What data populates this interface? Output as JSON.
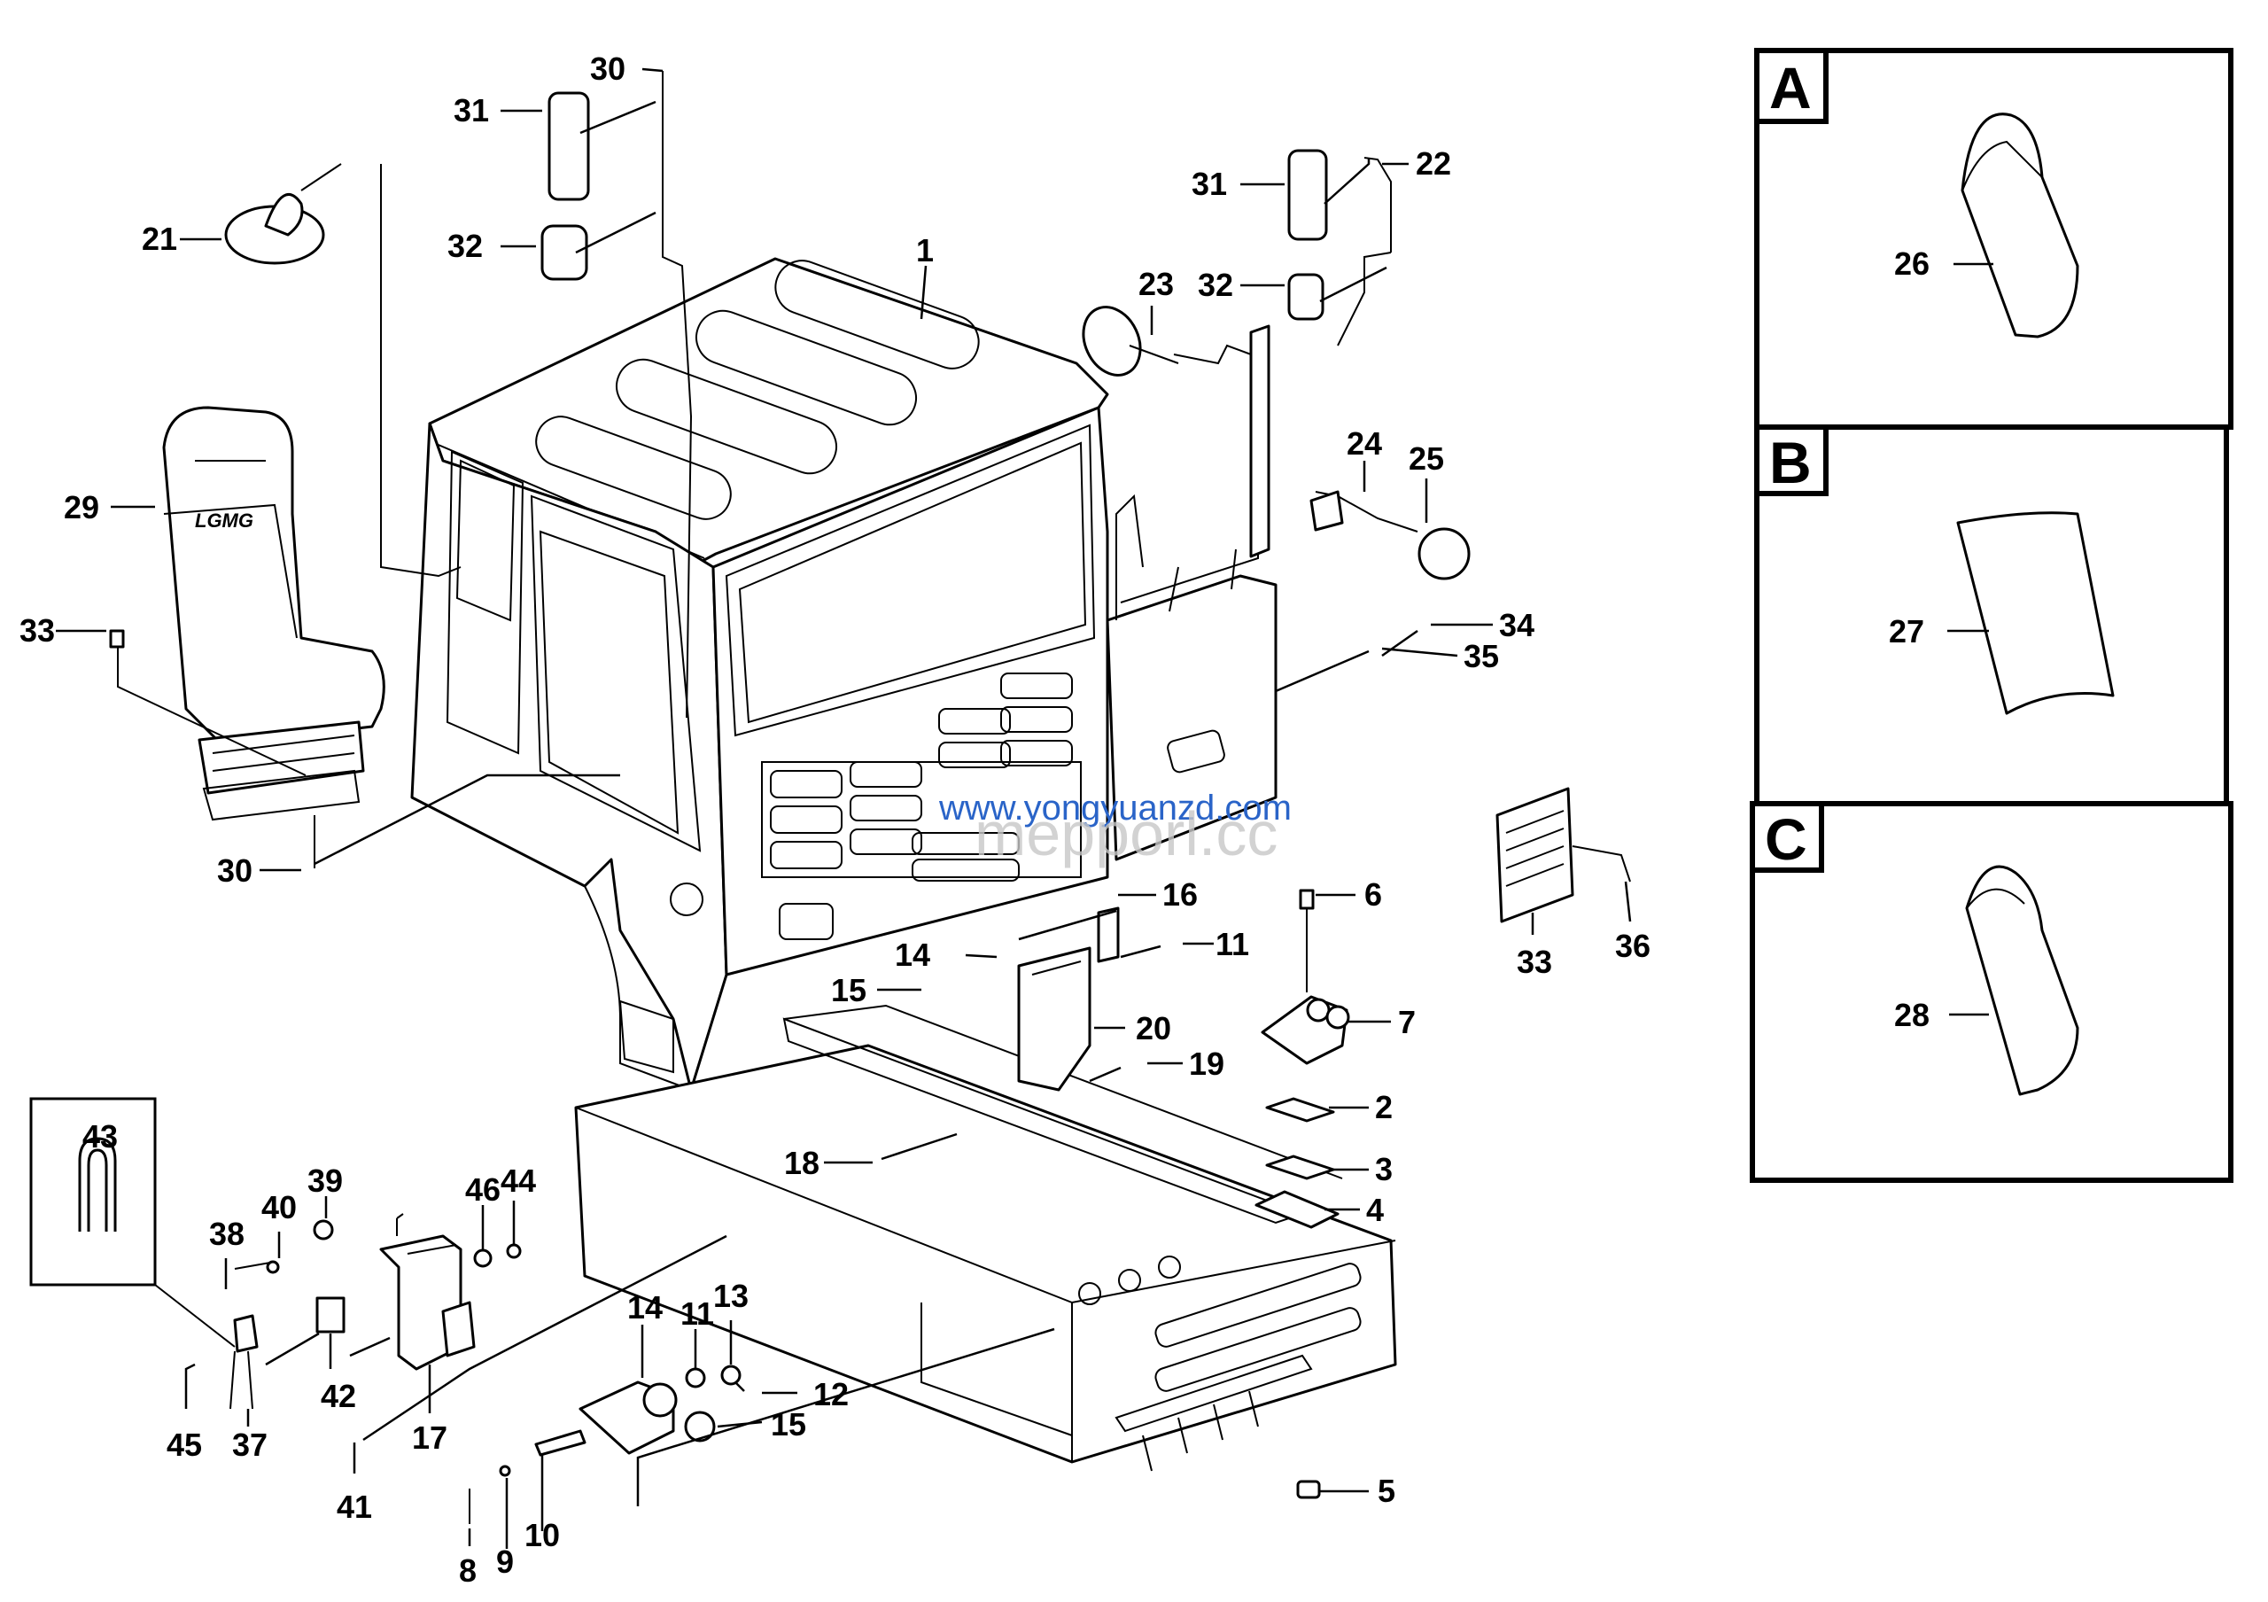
{
  "callouts": [
    "30",
    "31",
    "32",
    "21",
    "1",
    "31",
    "22",
    "23",
    "32",
    "24",
    "25",
    "29",
    "33",
    "34",
    "35",
    "30",
    "33",
    "36",
    "16",
    "6",
    "14",
    "11",
    "15",
    "20",
    "7",
    "19",
    "2",
    "3",
    "4",
    "18",
    "43",
    "38",
    "40",
    "39",
    "46",
    "44",
    "14",
    "11",
    "13",
    "12",
    "15",
    "42",
    "17",
    "45",
    "37",
    "41",
    "8",
    "9",
    "10",
    "5"
  ],
  "insets": {
    "a": {
      "letter": "A",
      "part": "26"
    },
    "b": {
      "letter": "B",
      "part": "27"
    },
    "c": {
      "letter": "C",
      "part": "28"
    }
  },
  "seat_logo": "LGMG",
  "watermark": {
    "primary": "www.yongyuanzd.com",
    "secondary": "mepporl.cc"
  }
}
